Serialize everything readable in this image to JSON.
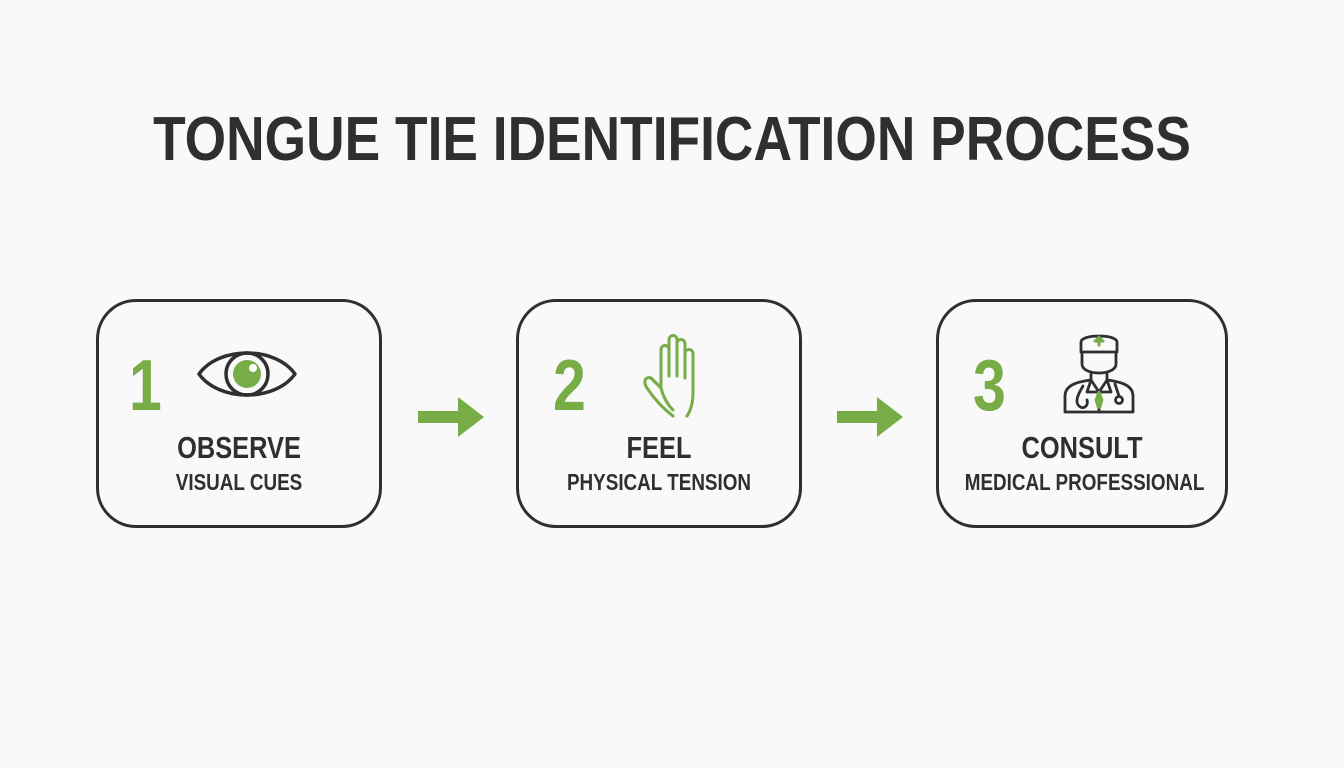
{
  "title": "TONGUE TIE IDENTIFICATION PROCESS",
  "colors": {
    "accent": "#77ac47",
    "text": "#2f2f2f",
    "background": "#f8f9f8"
  },
  "steps": [
    {
      "number": "1",
      "heading": "OBSERVE",
      "subtitle": "VISUAL CUES",
      "icon": "eye-icon"
    },
    {
      "number": "2",
      "heading": "FEEL",
      "subtitle": "PHYSICAL TENSION",
      "icon": "hand-icon"
    },
    {
      "number": "3",
      "heading": "CONSULT",
      "subtitle": "MEDICAL PROFESSIONAL",
      "icon": "doctor-icon"
    }
  ],
  "connectors": [
    "arrow-right-icon",
    "arrow-right-icon"
  ]
}
